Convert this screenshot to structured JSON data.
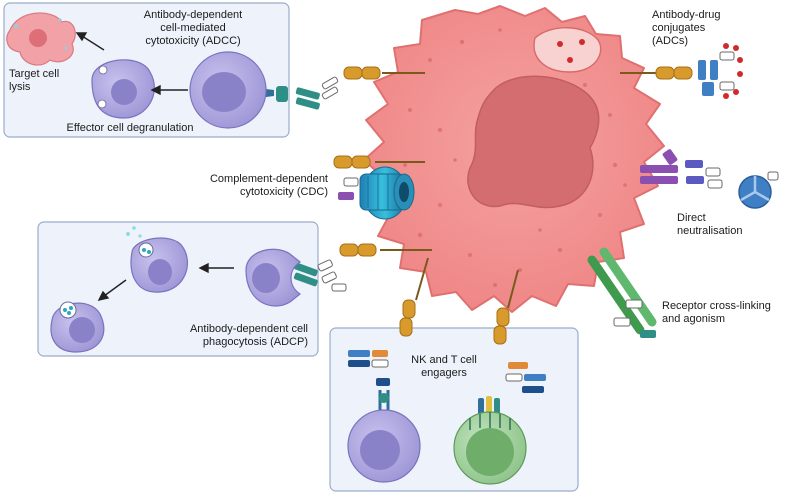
{
  "title": "",
  "labels": {
    "adcc": "Antibody-dependent\ncell-mediated\ncytotoxicity (ADCC)",
    "target_lysis": "Target cell\nlysis",
    "degranulation": "Effector cell degranulation",
    "cdc": "Complement-dependent\ncytotoxicity (CDC)",
    "adcp": "Antibody-dependent cell\nphagocytosis (ADCP)",
    "adc": "Antibody-drug\nconjugates\n(ADCs)",
    "neutralisation": "Direct\nneutralisation",
    "crosslinking": "Receptor cross-linking\nand agonism",
    "engagers": "NK and T cell\nengagers"
  },
  "colors": {
    "tumor": "#f08c8c",
    "tumor_edge": "#d96a6a",
    "nucleus": "#d66f72",
    "panel_fill": "#eef3fb",
    "panel_border": "#9aaccc",
    "effector": "#a8a2dc",
    "effector_nucleus": "#8a82c8",
    "t_cell": "#9ccc98",
    "receptor": "#d89a2a",
    "antibody_blue": "#3f7fc4",
    "antibody_teal": "#2f8f86",
    "antibody_purple": "#8a4fb0",
    "antibody_green": "#3f9a4e",
    "drug": "#d02a2a",
    "complement": "#2ba6c4"
  }
}
